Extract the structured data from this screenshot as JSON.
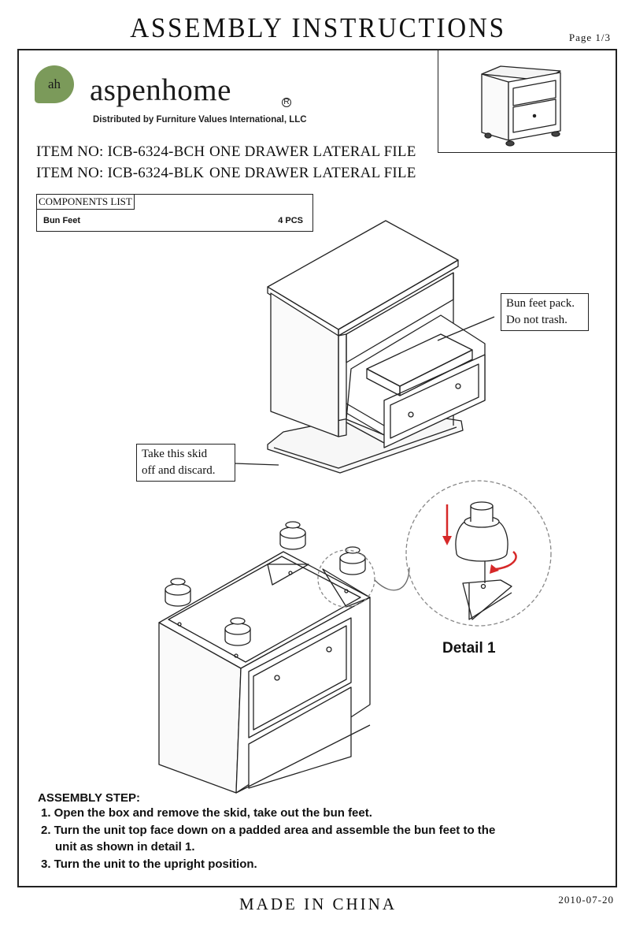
{
  "header": {
    "title": "ASSEMBLY INSTRUCTIONS",
    "page": "Page 1/3"
  },
  "brand": {
    "badge": "ah",
    "name": "aspenhome",
    "registered": "R",
    "distributed_by": "Distributed by Furniture Values International, LLC"
  },
  "items": [
    {
      "item_no": "ITEM NO: ICB-6324-BCH",
      "description": "ONE DRAWER LATERAL FILE"
    },
    {
      "item_no": "ITEM NO: ICB-6324-BLK",
      "description": "ONE DRAWER LATERAL FILE"
    }
  ],
  "components": {
    "title": "COMPONENTS LIST",
    "rows": [
      {
        "name": "Bun Feet",
        "qty": "4 PCS"
      }
    ]
  },
  "callouts": {
    "bun_feet": [
      "Bun feet pack.",
      "Do not trash."
    ],
    "skid": [
      "Take this skid",
      "off and discard."
    ]
  },
  "detail_label": "Detail 1",
  "steps": {
    "title": "ASSEMBLY STEP:",
    "items": [
      "1. Open the box and remove the skid, take out the bun feet.",
      "2. Turn the unit top face down on a padded area and assemble the bun feet to the",
      "unit as shown in detail 1.",
      "3. Turn the unit to the upright position."
    ]
  },
  "footer": {
    "made_in": "MADE IN CHINA",
    "date": "2010-07-20"
  },
  "colors": {
    "logo_green": "#7b9a5a",
    "arrow_red": "#d62828",
    "line": "#222222"
  }
}
